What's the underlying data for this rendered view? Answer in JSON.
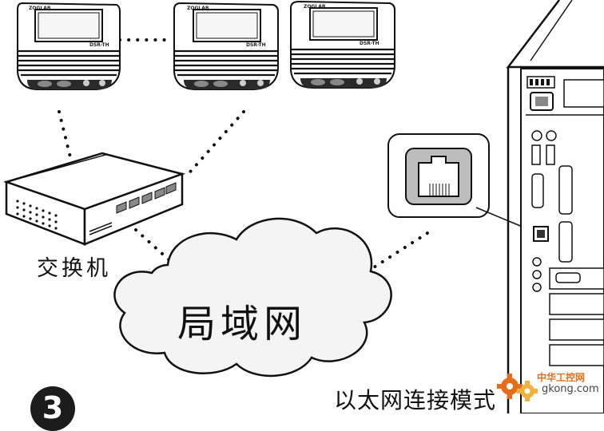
{
  "devices": [
    {
      "brand": "ZOGLAB",
      "model": "DSR-TH"
    },
    {
      "brand": "ZOGLAB",
      "model": "DSR-TH"
    },
    {
      "brand": "ZOGLAB",
      "model": "DSR-TH"
    }
  ],
  "switch_label": "交换机",
  "lan_label": "局域网",
  "mode_label": "以太网连接模式",
  "step_number": "3",
  "watermark": {
    "top": "中华工控网",
    "bottom": "gkong.com"
  },
  "colors": {
    "line": "#1a1a1a",
    "cloud": "#f4f4f4",
    "device_top": "#ffffff",
    "watermark": "#e36f1c"
  }
}
